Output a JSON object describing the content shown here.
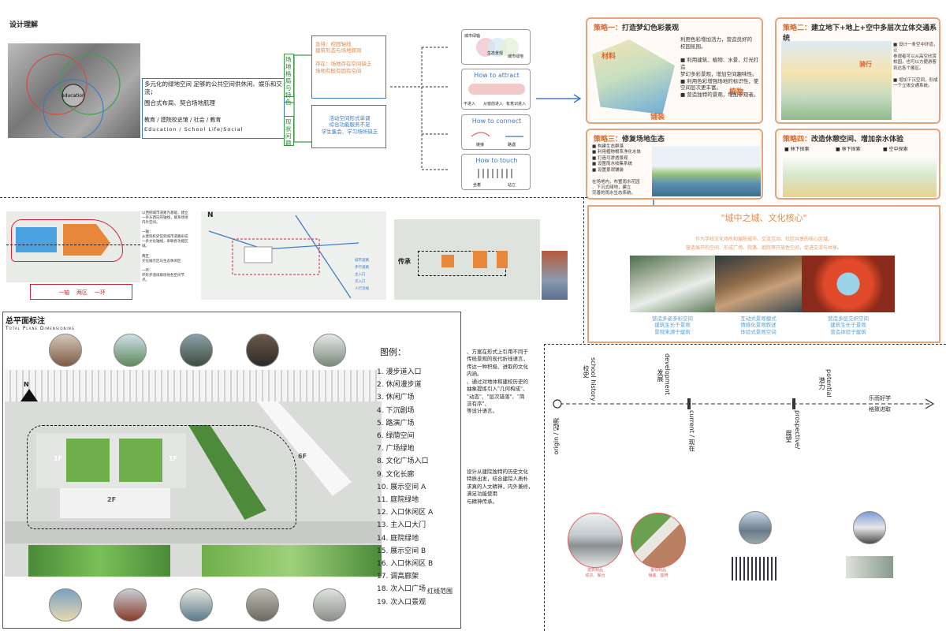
{
  "top_left": {
    "title": "设计理解",
    "collage_labels": [
      "education"
    ],
    "summary_lines": [
      "多元化的绿地空间  足够的公共空间供休闲、娱乐和交流；",
      "围合式布局、契合场地肌理"
    ],
    "keywords": "教育 / 建院校史馆 / 社会 / 教育",
    "keywords_en": "Education / School Life/Social"
  },
  "concept": {
    "tag_vertical_1": "场地格局与特色",
    "tag_vertical_2": "现状问题",
    "orange_box": "急待：校园轴线\n    建筑形态与场地原则\n\n存在：场地存在空间缺乏\n    场地有既有固有空间",
    "blue_box": "活动空间形式单调\n综合功能服务不足\n学生集会、学习场所缺乏",
    "attract_title": "How to attract",
    "connect_title": "How to connect",
    "touch_title": "How to touch",
    "attract_labels": [
      "不进入",
      "从窗前进入",
      "有意识进入"
    ],
    "connect_labels": [
      "链接",
      "路遇"
    ],
    "touch_labels": [
      "坐着",
      "站立"
    ],
    "top_labels": [
      "城市绿轴",
      "生态景观",
      "城市绿地"
    ]
  },
  "strategies": [
    {
      "key": "策略一：",
      "title": "打造梦幻色彩景观",
      "labels": [
        "材料",
        "铺装",
        "植物"
      ],
      "bullets": "利用色彩增加活力，营造良好的\n校园氛围。\n\n■ 利用建筑、植物、水景、灯光打造\n  梦幻多彩景观，增加空间趣味性。\n■ 利用色彩增强场地的标识性，使\n  空间层次更丰富。\n■ 营造独特的景观，增加参观者。"
    },
    {
      "key": "策略二：",
      "title": "建立地下+地上+空中多层次立体交通系统",
      "labels": [
        "骑行"
      ],
      "bullets": "■ 设计一条空中环道，让\n  参观者可以从高空欣赏\n  校园，也可以方便游客\n  到达各个展区。\n\n■ 增加下沉空间，形成\n  一个立体交通系统。"
    },
    {
      "key": "策略三：",
      "title": "修复场地生态",
      "labels": [],
      "bullets": "■ 构建生态群落\n■ 利用植物根系净化水体\n■ 打造可渗透景观\n■ 设置雨水收集系统\n■ 设置景观铺装\n\n在场地内，布置雨水花园\n、下沉式绿地，建立\n完善的雨水生态系统。"
    },
    {
      "key": "策略四：",
      "title": "改造休憩空间、增加亲水体验",
      "labels": [
        "林下探索",
        "林下探索",
        "空中探索"
      ],
      "bullets": ""
    }
  ],
  "core": {
    "title": "\"城中之城、文化核心\"",
    "desc_1": "作为学校文化场所和展陈城市、交流互动、社区共享的核心区域。",
    "desc_2": "营造展开的空间、形成广场、院落、庭院等开放性空间，促进交流与共享。",
    "captions": [
      [
        "营造多姿多彩空间",
        "建筑生长于景观",
        "景观来源于建筑"
      ],
      [
        "互动式景观模式",
        "情感化景观叙述",
        "体验式景观空间"
      ],
      [
        "营造多层交织空间",
        "建筑生长于景观",
        "营造体验于建筑"
      ]
    ]
  },
  "middle_row": {
    "left_caption": "一轴    两区    一环",
    "left_text": "以西侧城市道路为基础，建立一条东西向的轴线，联系场地内外空间。\n\n一轴：\n从建筑校史馆到城市道路形成一条文化轴线，串联各功能区域。\n\n两区：\n文化展示区与生态休闲区\n\n一环：\n环形步道串联场地各空间节点。",
    "north": "N",
    "road_legend": [
      "城市道路",
      "步行道路",
      "主入口",
      "次入口",
      "人行流线"
    ],
    "inherit": "传承"
  },
  "master_plan": {
    "title": "总平面标注",
    "title_en": "Total Plane Dimensioning",
    "legend_title": "图例：",
    "legend": [
      "1. 漫步道入口",
      "2. 休闲漫步道",
      "3. 休闲广场",
      "4. 下沉剧场",
      "5. 路演广场",
      "6. 绿荫空间",
      "7. 广场绿地",
      "8. 文化广场入口",
      "9. 文化长廊",
      "10. 展示空间 A",
      "11. 庭院绿地",
      "12. 入口休闲区 A",
      "13. 主入口大门",
      "14. 庭院绿地",
      "15. 展示空间 B",
      "16.  入口休闲区 B",
      "17. 调高廊架",
      "18. 次入口广场",
      "19. 次入口景观"
    ],
    "red_line": "红线范围",
    "floors": [
      "1F",
      "1F",
      "2F",
      "6F"
    ],
    "north": "N"
  },
  "text_column": {
    "para_1": "、方案在形式上引用不同于\n传统景观的现代折线语言，\n传达一种积极、进取的文化\n内涵。\n、通过对地体和建校历史的\n抽象提炼引入\"几何构成\"、\n\"动态\"、\"层次错落\"、\"简\n洁有序\"、\n等设计语言。",
    "para_2": "设计从建院独特的历史文化\n特质出发，结合建院人质朴\n求真的人文精神，内外兼修，\n满足功能使用\n与精神传承。"
  },
  "timeline": {
    "origin": "origin / 起源",
    "school_history": "school history",
    "school_history_cn": "校史",
    "development": "development",
    "development_cn": "发展",
    "current": "current / 现在",
    "prospective": "prospective/",
    "prospective_cn": "展望",
    "potential": "potential",
    "potential_cn": "潜力",
    "end_1": "乐而好学",
    "end_2": "格致进取",
    "photo_caption_1": "建筑制品\n成衣、餐台",
    "photo_caption_2": "景观制品\n铺装、座椅"
  },
  "colors": {
    "orange": "#e8a37b",
    "blue": "#3b79c8",
    "green": "#3d9a43",
    "red": "#d9223a",
    "pink": "#d86bb5"
  }
}
